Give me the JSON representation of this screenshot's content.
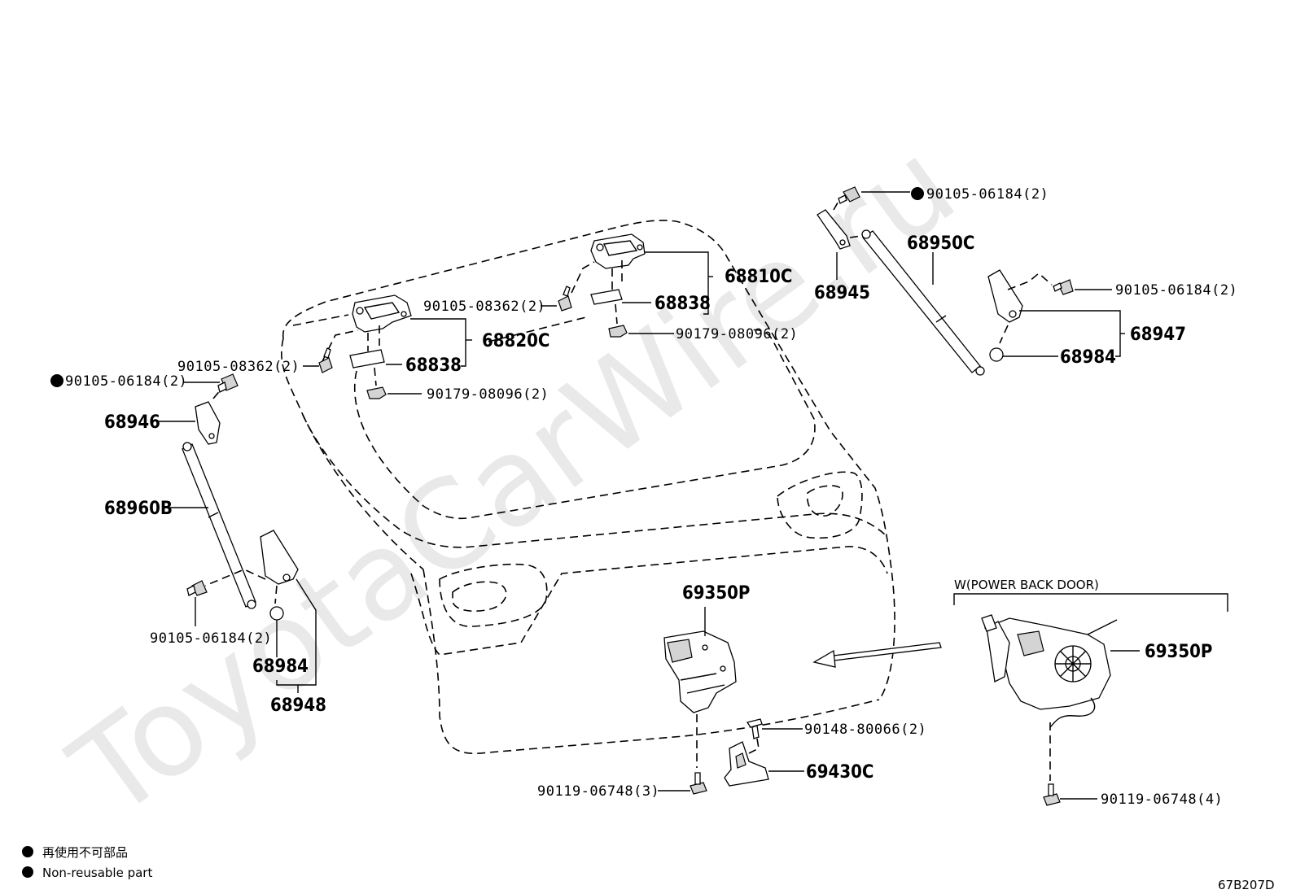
{
  "watermark": "ToyotaCarWire.ru",
  "parts": {
    "p_90105_06184_top": "90105-06184(2)",
    "p_68950C": "68950C",
    "p_68945": "68945",
    "p_68810C": "68810C",
    "p_68838_right": "68838",
    "p_90105_08362_right": "90105-08362(2)",
    "p_90179_08096_right": "90179-08096(2)",
    "p_68820C": "68820C",
    "p_68838_left": "68838",
    "p_90105_08362_left": "90105-08362(2)",
    "p_90105_06184_left": "90105-06184(2)",
    "p_90179_08096_left": "90179-08096(2)",
    "p_90105_06184_right2": "90105-06184(2)",
    "p_68947": "68947",
    "p_68984_right": "68984",
    "p_68946": "68946",
    "p_68960B": "68960B",
    "p_90105_06184_bottom": "90105-06184(2)",
    "p_68984_left": "68984",
    "p_68948": "68948",
    "p_69350P": "69350P",
    "p_90148_80066": "90148-80066(2)",
    "p_69430C": "69430C",
    "p_90119_06748_3": "90119-06748(3)",
    "power_back_door_label": "W(POWER BACK DOOR)",
    "p_69350P_power": "69350P",
    "p_90119_06748_4": "90119-06748(4)"
  },
  "legend": {
    "japanese": "再使用不可部品",
    "english": "Non-reusable part"
  },
  "diagram_code": "67B207D"
}
